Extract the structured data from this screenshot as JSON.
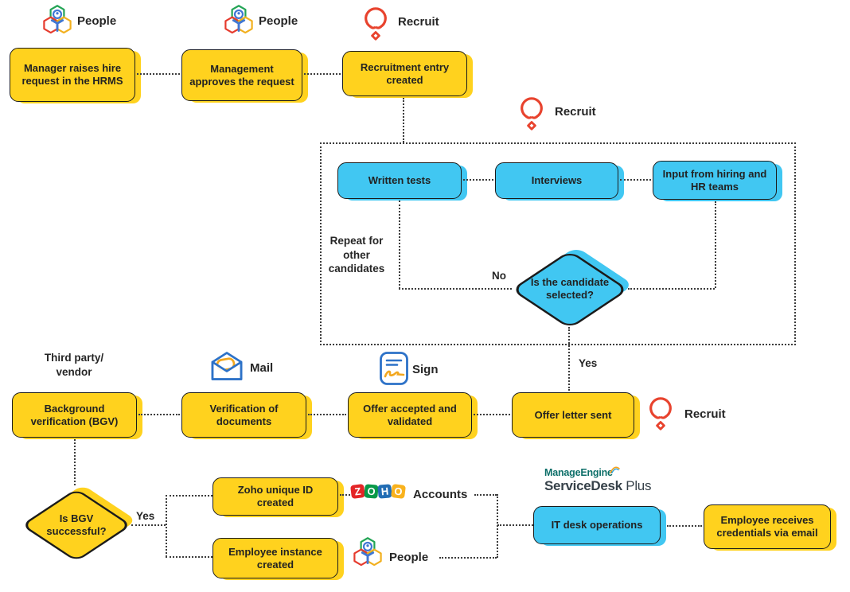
{
  "colors": {
    "node_yellow": "#FFD21E",
    "node_blue": "#41C7F2",
    "line": "#3c3c3c",
    "text": "#262626",
    "recruit_red": "#E8432E",
    "people_person_blue": "#4077D4",
    "mail_sign_blue": "#2D72C8",
    "accent_yellow": "#F2A71F",
    "manageengine_teal": "#0D6F69",
    "zoho_tiles": [
      "#E42527",
      "#089949",
      "#226DB4",
      "#F9B21D"
    ]
  },
  "stage1": {
    "people1_label": "People",
    "people2_label": "People",
    "recruit_label": "Recruit",
    "box1": "Manager raises hire request in the HRMS",
    "box2": "Management approves the request",
    "box3": "Recruitment entry created"
  },
  "selection": {
    "recruit_label": "Recruit",
    "written_tests": "Written tests",
    "interviews": "Interviews",
    "input_hr": "Input from hiring and HR teams",
    "repeat_note": "Repeat for other candidates",
    "decision": "Is the candidate selected?",
    "no": "No",
    "yes": "Yes"
  },
  "offer": {
    "third_party": "Third party/ vendor",
    "bgv": "Background verification (BGV)",
    "verification": "Verification of documents",
    "offer_accepted": "Offer accepted and validated",
    "offer_sent": "Offer letter sent",
    "mail_label": "Mail",
    "sign_label": "Sign",
    "recruit_label": "Recruit"
  },
  "bgv_stage": {
    "decision": "Is BGV successful?",
    "yes": "Yes",
    "zoho_id": "Zoho unique ID created",
    "employee_instance": "Employee instance created"
  },
  "provisioning": {
    "zoho_letters": [
      "Z",
      "O",
      "H",
      "O"
    ],
    "accounts_label": "Accounts",
    "people_label": "People",
    "manageengine": "ManageEngine",
    "servicedesk": "ServiceDesk",
    "plus": "Plus",
    "it_desk": "IT desk operations",
    "credentials": "Employee receives credentials via email"
  }
}
